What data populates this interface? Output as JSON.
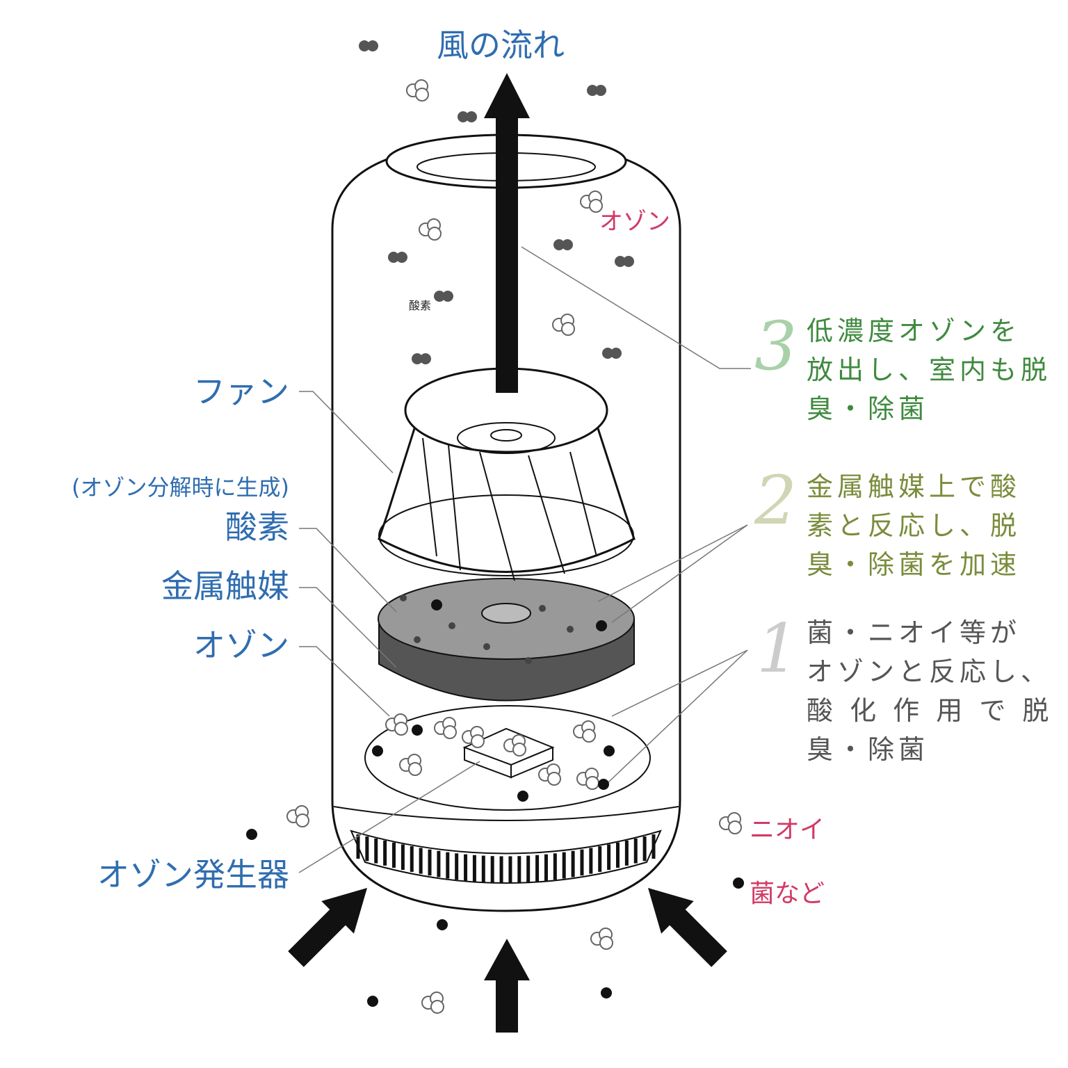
{
  "top_label": "風の流れ",
  "labels": {
    "ozone_top": "オゾン",
    "oxygen_small": "酸素",
    "fan": "ファン",
    "oxygen_note": "(オゾン分解時に生成)",
    "oxygen": "酸素",
    "catalyst": "金属触媒",
    "ozone": "オゾン",
    "generator": "オゾン発生器",
    "odor": "ニオイ",
    "bacteria": "菌など"
  },
  "steps": [
    {
      "number": "3",
      "lines": [
        "低濃度オゾンを",
        "放出し、室内も脱",
        "臭・除菌"
      ]
    },
    {
      "number": "2",
      "lines": [
        "金属触媒上で酸",
        "素と反応し、脱",
        "臭・除菌を加速"
      ]
    },
    {
      "number": "1",
      "lines": [
        "菌・ニオイ等が",
        "オゾンと反応し、",
        "酸 化 作 用 で 脱",
        "臭・除菌"
      ]
    }
  ],
  "colors": {
    "label_blue": "#2f6db0",
    "accent_pink": "#d13a66",
    "step3": "#3f8a3f",
    "step2": "#7a8c3c",
    "step1": "#555555",
    "num3": "#a9d1a9",
    "num2": "#cfd6b4",
    "num1": "#cccccc"
  }
}
